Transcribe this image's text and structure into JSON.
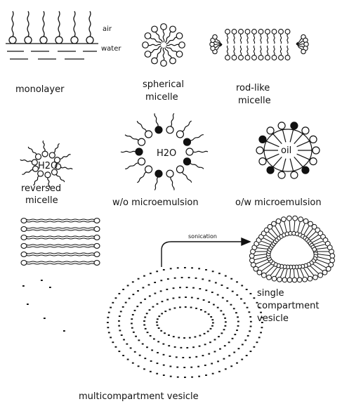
{
  "monolayer": {
    "air": "air",
    "water": "water",
    "label": "monolayer"
  },
  "spherical": {
    "line1": "spherical",
    "line2": "micelle"
  },
  "rod": {
    "line1": "rod-like",
    "line2": "micelle"
  },
  "reversed": {
    "core": "H2O",
    "line1": "reversed",
    "line2": "micelle"
  },
  "wo": {
    "core": "H2O",
    "label": "w/o microemulsion"
  },
  "ow": {
    "core": "oil",
    "label": "o/w microemulsion"
  },
  "arrow": {
    "label": "sonication"
  },
  "single": {
    "line1": "single",
    "line2": "compartment",
    "line3": "vesicle"
  },
  "multi": {
    "label": "multicompartment vesicle"
  }
}
